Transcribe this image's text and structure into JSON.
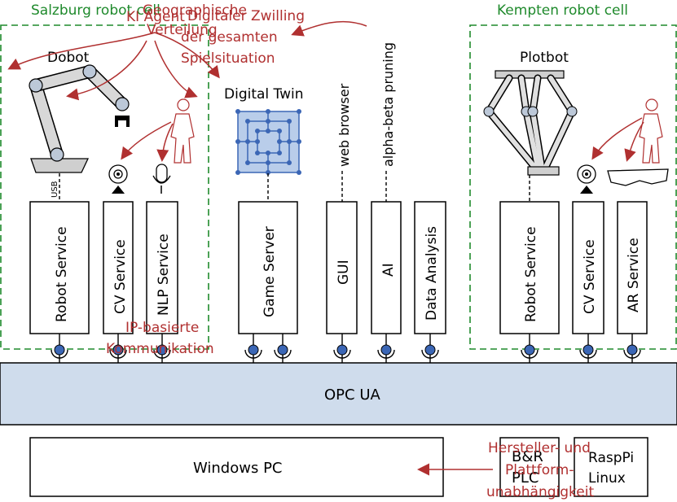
{
  "cells": {
    "salzburg": "Salzburg robot cell",
    "kempten": "Kempten robot cell"
  },
  "devices": {
    "dobot": "Dobot",
    "plotbot": "Plotbot",
    "digital_twin": "Digital Twin",
    "usb": "USB",
    "web_browser": "web browser",
    "alpha_beta": "alpha-beta pruning"
  },
  "services": {
    "robot_service_1": "Robot Service",
    "cv_service_1": "CV Service",
    "nlp_service": "NLP Service",
    "game_server": "Game Server",
    "gui": "GUI",
    "ai": "AI",
    "data_analysis": "Data Analysis",
    "robot_service_2": "Robot Service",
    "cv_service_2": "CV Service",
    "ar_service": "AR Service"
  },
  "bus": {
    "label": "OPC UA"
  },
  "hosts": {
    "windows_pc": "Windows PC",
    "br_plc_line1": "B&R",
    "br_plc_line2": "PLC",
    "raspi_line1": "RaspPi",
    "raspi_line2": "Linux"
  },
  "annotations": {
    "ki_agent": "KI Agent",
    "geographische_verteilung_1": "Geographische",
    "geographische_verteilung_2": "Verteilung",
    "digital_twin_1": "Digitaler Zwilling",
    "digital_twin_2": "der gesamten",
    "digital_twin_3": "Spielsituation",
    "ip_1": "IP-basierte",
    "ip_2": "Kommunikation",
    "hersteller_1": "Hersteller- und",
    "hersteller_2": "Plattform-",
    "hersteller_3": "unabhängigkeit"
  },
  "colors": {
    "cell_border": "#1f8a2c",
    "annotation": "#b03030",
    "bus_fill": "#cfdcec",
    "node_fill": "#3b66b5",
    "twin_fill": "#b9cdea"
  }
}
